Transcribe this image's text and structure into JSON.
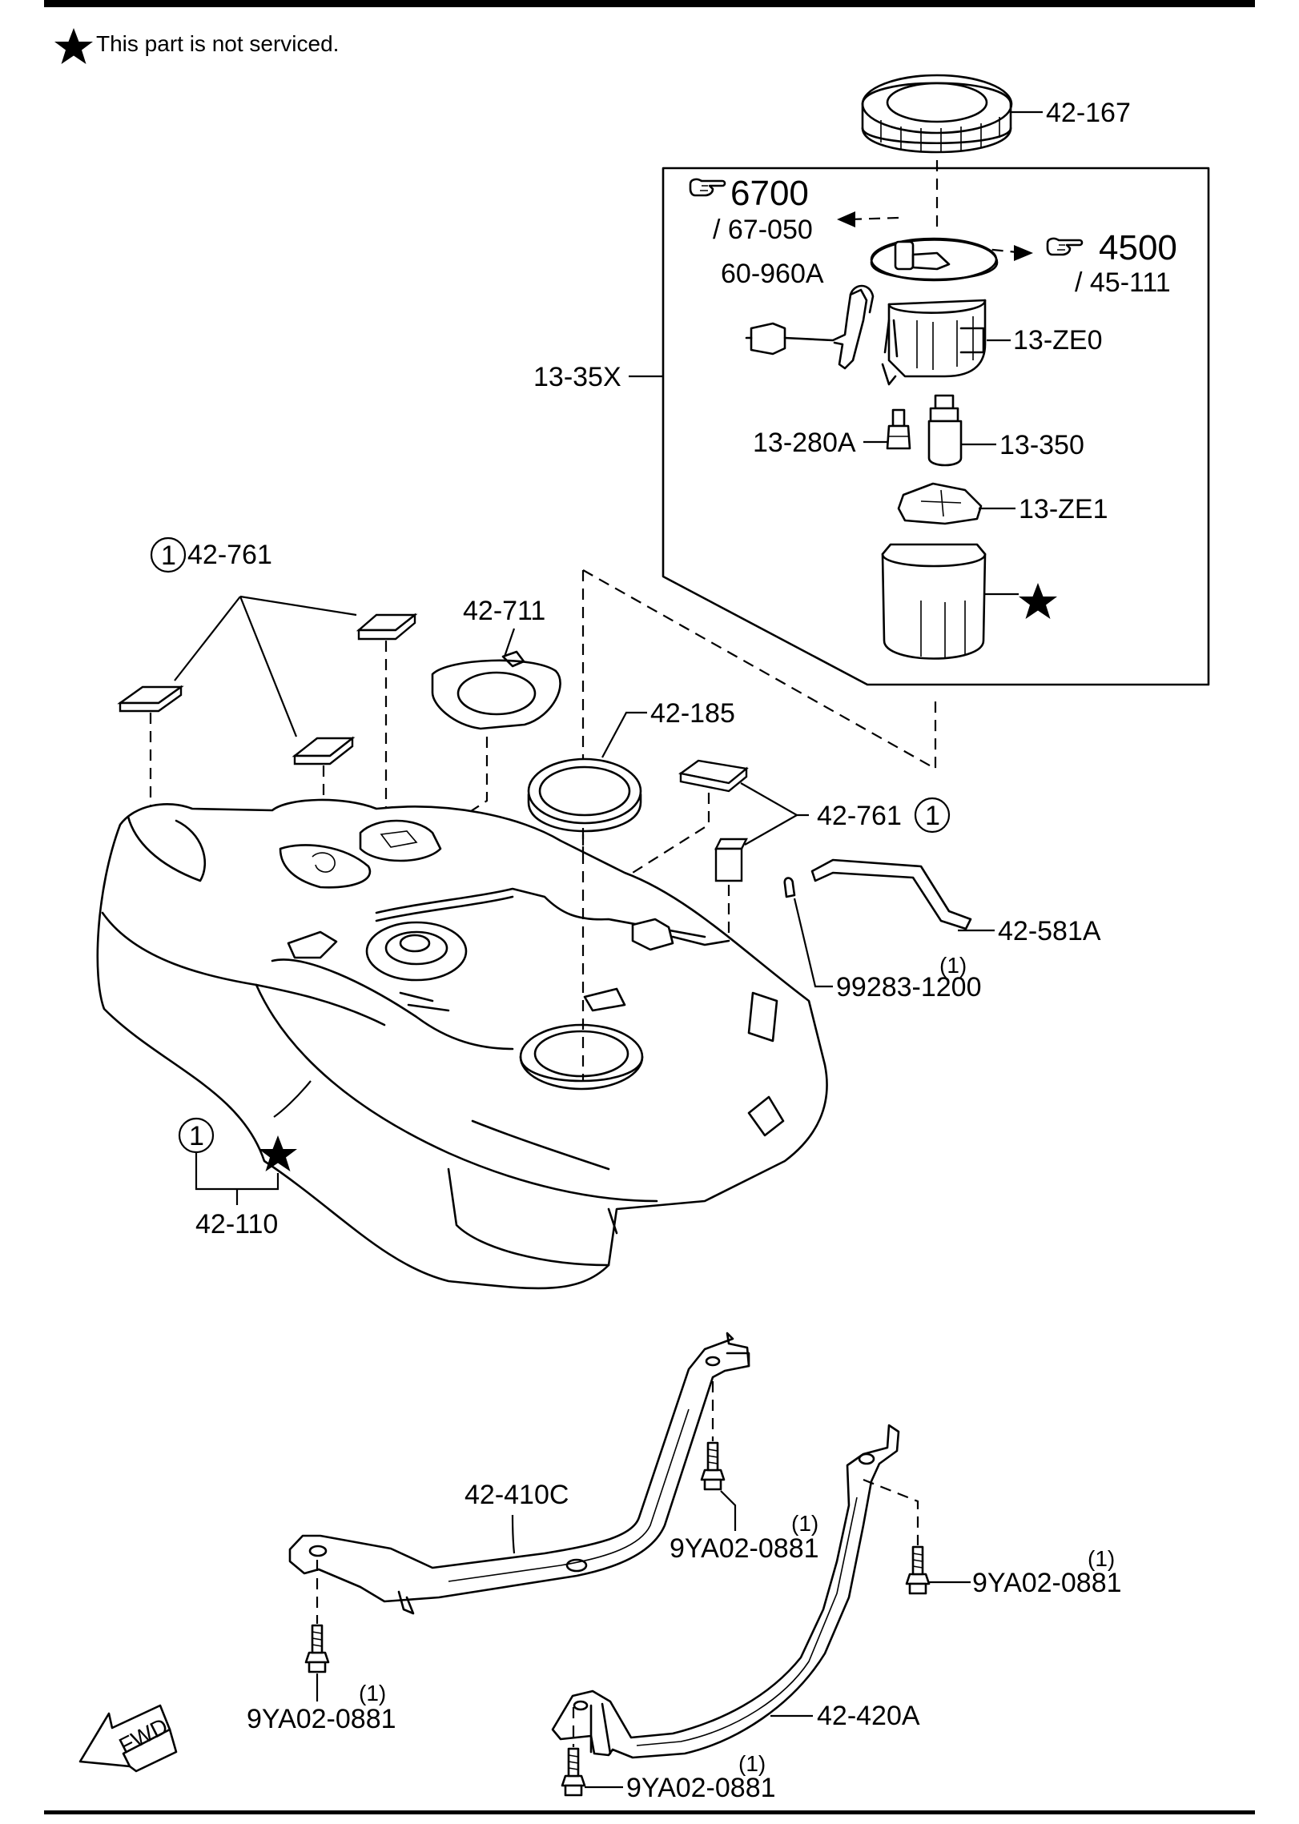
{
  "note": {
    "text": "This part is not serviced."
  },
  "labels": {
    "l_42_167": "42-167",
    "l_6700": "6700",
    "l_67_050": "/ 67-050",
    "l_4500": "4500",
    "l_45_111": "/ 45-111",
    "l_60_960A": "60-960A",
    "l_13_ZE0": "13-ZE0",
    "l_13_35X": "13-35X",
    "l_13_280A": "13-280A",
    "l_13_350": "13-350",
    "l_13_ZE1": "13-ZE1",
    "l_42_761_a": "42-761",
    "l_42_711": "42-711",
    "l_42_185": "42-185",
    "l_42_761_b": "42-761",
    "l_42_581A": "42-581A",
    "l_99283_qty": "(1)",
    "l_99283": "99283-1200",
    "l_42_110": "42-110",
    "l_42_410C": "42-410C",
    "l_9YA_a_qty": "(1)",
    "l_9YA_a": "9YA02-0881",
    "l_9YA_b_qty": "(1)",
    "l_9YA_b": "9YA02-0881",
    "l_9YA_c_qty": "(1)",
    "l_9YA_c": "9YA02-0881",
    "l_42_420A": "42-420A",
    "l_9YA_d_qty": "(1)",
    "l_9YA_d": "9YA02-0881",
    "fwd": "FWD"
  },
  "circled": {
    "c1": "1",
    "c2": "1",
    "c3": "1"
  },
  "icons": {
    "star": "star-icon",
    "pointing_hand": "pointing-hand-icon",
    "fwd_arrow": "fwd-arrow-icon"
  }
}
